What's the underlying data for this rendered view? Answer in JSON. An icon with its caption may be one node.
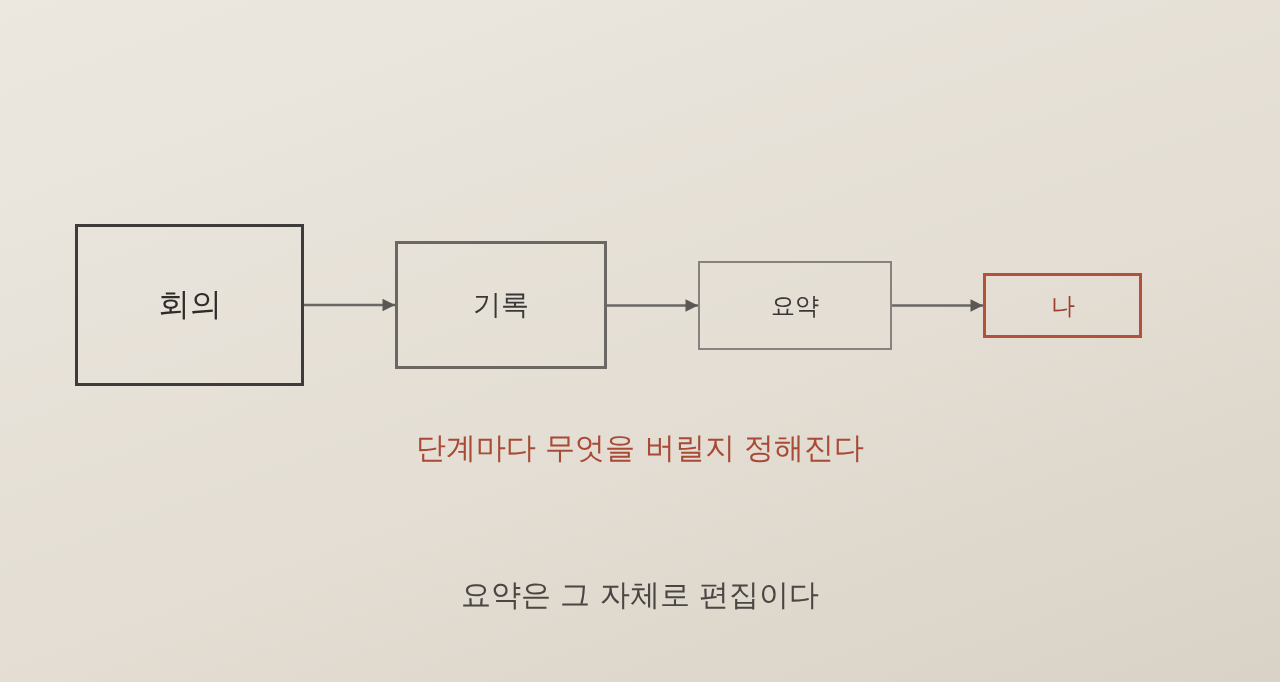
{
  "diagram": {
    "nodes": [
      {
        "text": [
          "회의"
        ]
      },
      {
        "text": [
          "기록"
        ]
      },
      {
        "text": [
          "요약"
        ]
      },
      {
        "text": [
          "나"
        ]
      }
    ],
    "edges": [
      {
        "from": 0,
        "to": 1,
        "arrow": "to"
      },
      {
        "from": 1,
        "to": 2,
        "arrow": "to"
      },
      {
        "from": 2,
        "to": 3,
        "arrow": "to"
      }
    ],
    "labels": [
      "단계마다 무엇을 버릴지 정해진다",
      "요약은 그 자체로 편집이다"
    ]
  }
}
